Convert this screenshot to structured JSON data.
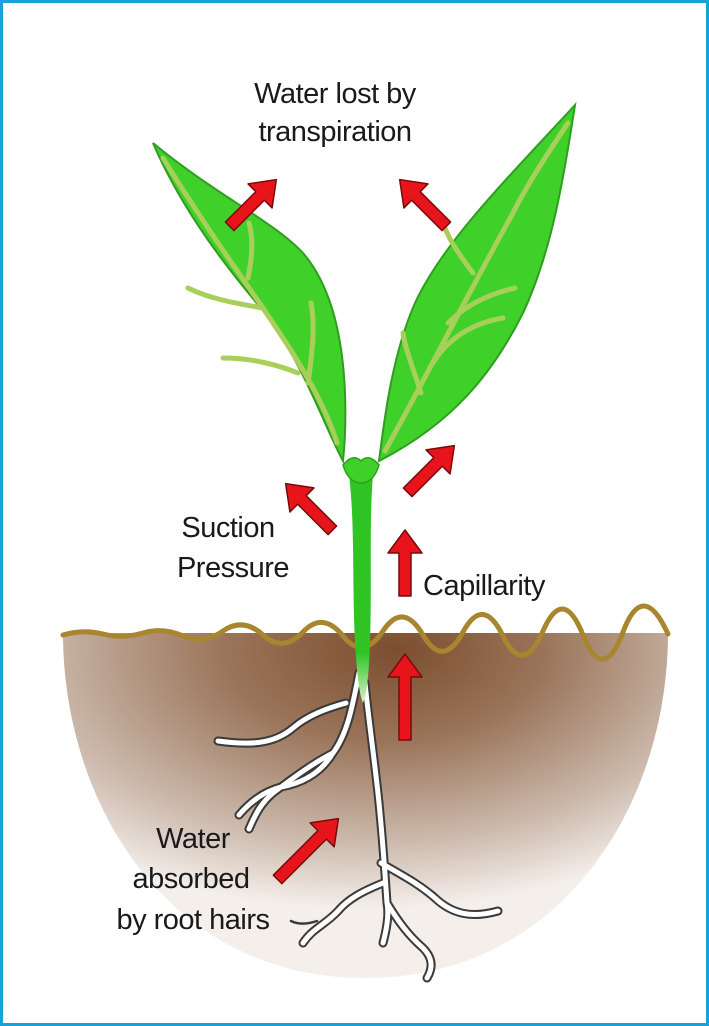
{
  "labels": {
    "transpiration_line1": "Water lost by",
    "transpiration_line2": "transpiration",
    "suction_line1": "Suction",
    "suction_line2": "Pressure",
    "capillarity": "Capillarity",
    "absorbed_line1": "Water",
    "absorbed_line2": "absorbed",
    "absorbed_line3": "by root hairs"
  },
  "colors": {
    "frame": "#17a3d8",
    "leaf": "#3fd12a",
    "leaf_dark": "#2f9e1f",
    "vein": "#a8cf5a",
    "stem": "#2fc424",
    "arrow_fill": "#e8141c",
    "arrow_stroke": "#7a0a0a",
    "soil_top": "#8a5a3a",
    "soil_mid": "#b59a86",
    "soil_line": "#a8852f",
    "root": "#ffffff",
    "root_outline": "#3a3a3a"
  }
}
